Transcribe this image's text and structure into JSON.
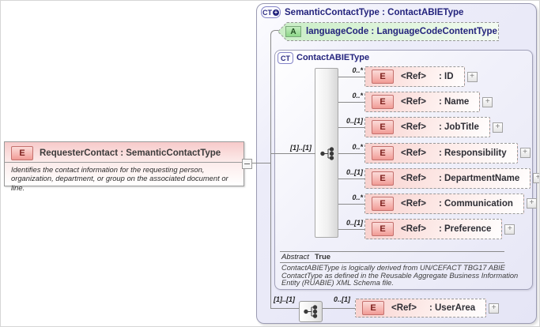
{
  "ui": {
    "expand_glyph": "+",
    "icons": {
      "element": "E",
      "attribute": "A",
      "complex_type": "CT",
      "complex_type_plus": "CT"
    }
  },
  "colors": {
    "element_fill_pink": "#f8d0cd",
    "element_icon_red": "#7d201d",
    "attribute_fill_green": "#c9edc5",
    "panel_fill_lavender": "#e9e9f8",
    "title_navy": "#23237c",
    "connector_gray": "#8a8a8a"
  },
  "root_element": {
    "icon": "E",
    "title": "RequesterContact : SemanticContactType",
    "annotation": "Identifies the contact information for the requesting person, organization, department, or group on the associated document or line."
  },
  "type_panel": {
    "title": "SemanticContactType : ContactABIEType",
    "attribute": {
      "icon": "A",
      "title": "languageCode : LanguageCodeContentType"
    },
    "base_type": {
      "icon": "CT",
      "title": "ContactABIEType",
      "sequence_cardinality": "[1]..[1]",
      "elements": [
        {
          "cardinality": "0..*",
          "ref": "<Ref>",
          "name": ": ID"
        },
        {
          "cardinality": "0..*",
          "ref": "<Ref>",
          "name": ": Name"
        },
        {
          "cardinality": "0..[1]",
          "ref": "<Ref>",
          "name": ": JobTitle"
        },
        {
          "cardinality": "0..*",
          "ref": "<Ref>",
          "name": ": Responsibility"
        },
        {
          "cardinality": "0..[1]",
          "ref": "<Ref>",
          "name": ": DepartmentName"
        },
        {
          "cardinality": "0..*",
          "ref": "<Ref>",
          "name": ": Communication"
        },
        {
          "cardinality": "0..[1]",
          "ref": "<Ref>",
          "name": ": Preference"
        }
      ],
      "abstract_label": "Abstract",
      "abstract_value": "True",
      "note_lines": [
        "ContactABIEType is logically derived from UN/CEFACT TBG17 ABIE",
        "ContactType as defined in the Reusable Aggregate Business Information",
        "Entity (RUABIE) XML Schema file."
      ]
    },
    "user_area": {
      "sequence_cardinality": "[1]..[1]",
      "cardinality": "0..[1]",
      "ref": "<Ref>",
      "name": ": UserArea"
    }
  }
}
